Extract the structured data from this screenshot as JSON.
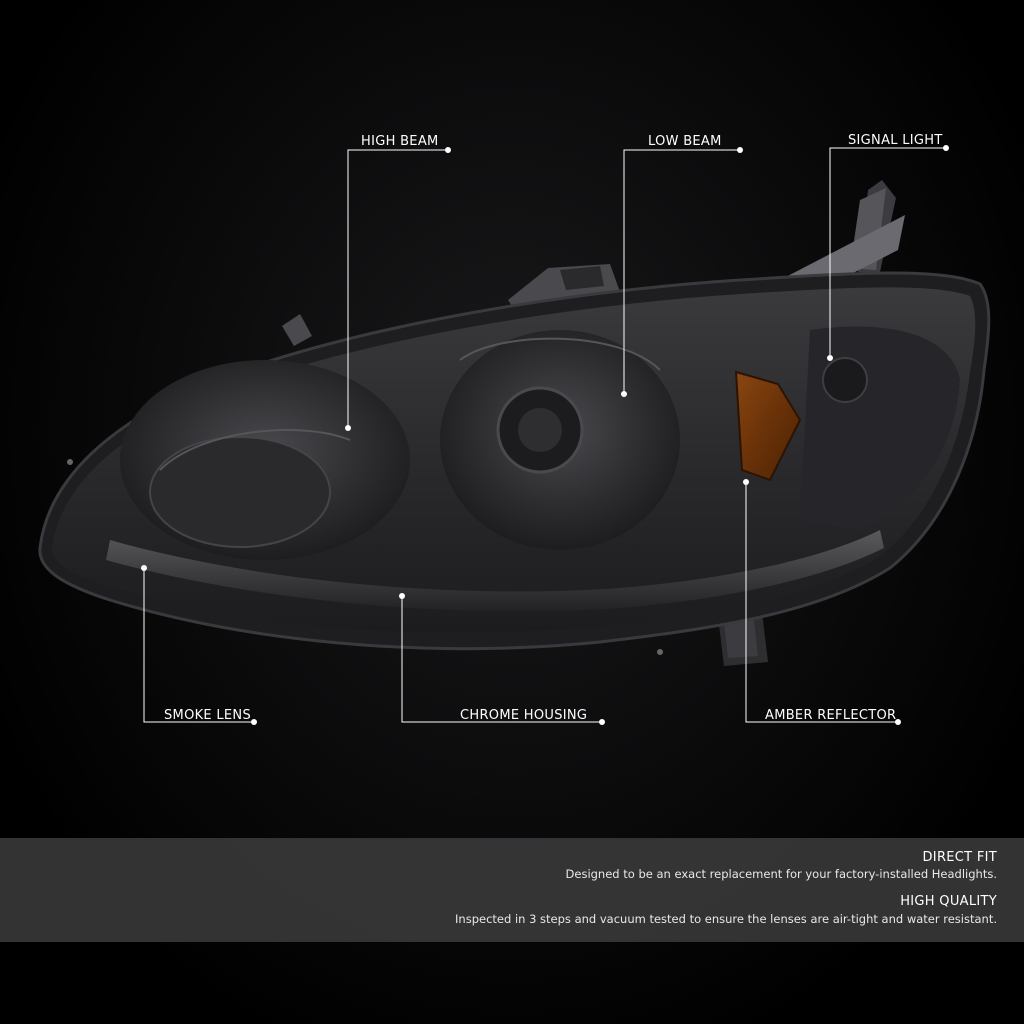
{
  "callouts": {
    "high_beam": "HIGH BEAM",
    "low_beam": "LOW BEAM",
    "signal_light": "SIGNAL LIGHT",
    "smoke_lens": "SMOKE LENS",
    "chrome_housing": "CHROME HOUSING",
    "amber_reflector": "AMBER REFLECTOR"
  },
  "features": [
    {
      "title": "DIRECT FIT",
      "description": "Designed to be an exact replacement for your factory-installed Headlights."
    },
    {
      "title": "HIGH QUALITY",
      "description": "Inspected in 3 steps and vacuum tested to ensure the lenses are air-tight and water resistant."
    }
  ],
  "colors": {
    "background": "#000000",
    "lens_smoke": "#2e2e31",
    "amber": "#7a3a0c",
    "callout_line": "#ffffff",
    "info_bar": "#3e3e40"
  }
}
